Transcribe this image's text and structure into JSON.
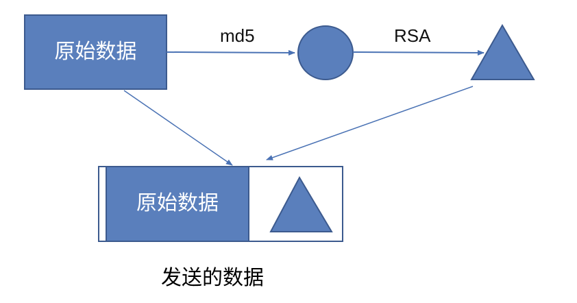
{
  "nodes": {
    "original_data": {
      "label": "原始数据"
    },
    "hash_circle": {
      "label": ""
    },
    "signature_triangle": {
      "label": ""
    },
    "packet_data": {
      "label": "原始数据"
    },
    "packet_signature": {
      "label": ""
    }
  },
  "edges": {
    "data_to_hash": {
      "label": "md5"
    },
    "hash_to_signature": {
      "label": "RSA"
    },
    "data_to_packet": {
      "label": ""
    },
    "signature_to_packet": {
      "label": ""
    }
  },
  "caption": "发送的数据",
  "colors": {
    "fill": "#5a7fbc",
    "stroke": "#3c5a8e",
    "edge": "#4a72b4",
    "packet_border": "#3c5a8e"
  }
}
